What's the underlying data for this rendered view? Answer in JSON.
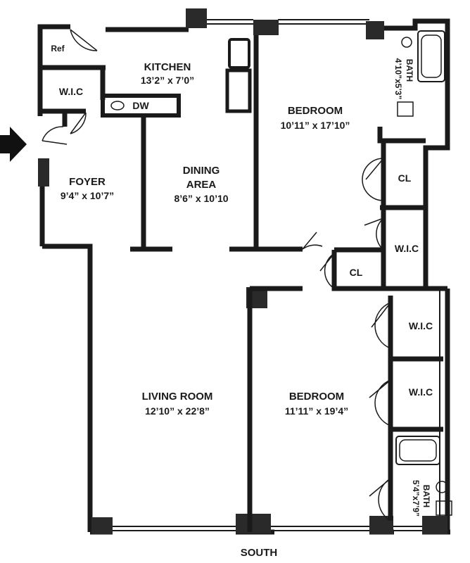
{
  "rooms": {
    "kitchen": {
      "name": "KITCHEN",
      "dims": "13’2” x 7’0”"
    },
    "dining": {
      "name_line1": "DINING",
      "name_line2": "AREA",
      "dims": "8’6” x 10’10"
    },
    "foyer": {
      "name": "FOYER",
      "dims": "9’4” x 10’7”"
    },
    "bedroom1": {
      "name": "BEDROOM",
      "dims": "10’11” x 17’10”"
    },
    "bedroom2": {
      "name": "BEDROOM",
      "dims": "11’11” x 19’4”"
    },
    "living": {
      "name": "LIVING ROOM",
      "dims": "12’10” x 22’8”"
    },
    "bath1": {
      "name": "BATH",
      "dims": "4’10”x5’3”"
    },
    "bath2": {
      "name": "BATH",
      "dims": "5’4”x7’9”"
    }
  },
  "labels": {
    "ref": "Ref",
    "dw": "DW",
    "wic": "W.I.C",
    "cl": "CL",
    "south": "SOUTH"
  },
  "icons": {
    "entry": "entry-arrow-icon"
  }
}
